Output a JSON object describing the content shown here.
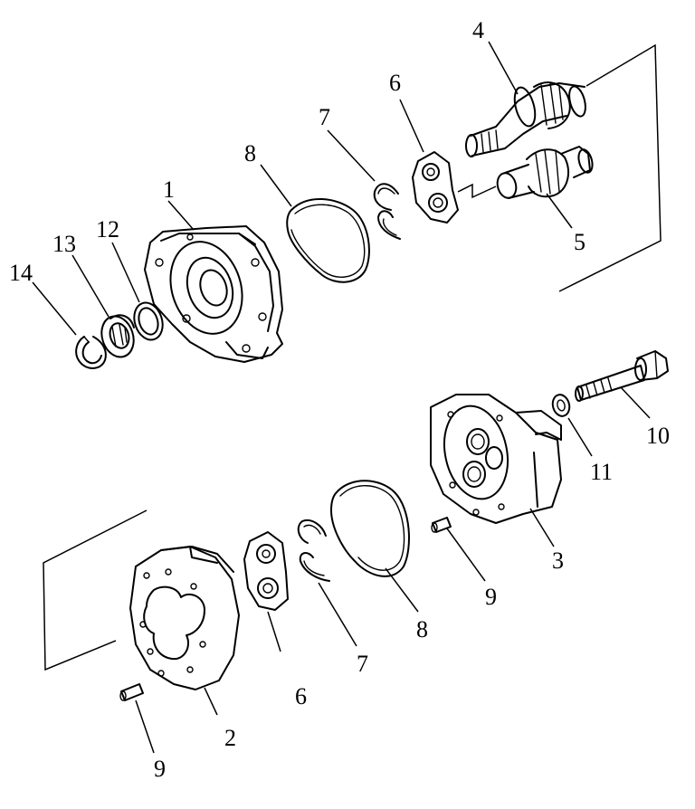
{
  "callouts": [
    {
      "id": "c1",
      "text": "1"
    },
    {
      "id": "c2",
      "text": "2"
    },
    {
      "id": "c3",
      "text": "3"
    },
    {
      "id": "c4",
      "text": "4"
    },
    {
      "id": "c5",
      "text": "5"
    },
    {
      "id": "c6a",
      "text": "6"
    },
    {
      "id": "c6b",
      "text": "6"
    },
    {
      "id": "c7a",
      "text": "7"
    },
    {
      "id": "c7b",
      "text": "7"
    },
    {
      "id": "c8a",
      "text": "8"
    },
    {
      "id": "c8b",
      "text": "8"
    },
    {
      "id": "c9a",
      "text": "9"
    },
    {
      "id": "c9b",
      "text": "9"
    },
    {
      "id": "c10",
      "text": "10"
    },
    {
      "id": "c11",
      "text": "11"
    },
    {
      "id": "c12",
      "text": "12"
    },
    {
      "id": "c13",
      "text": "13"
    },
    {
      "id": "c14",
      "text": "14"
    }
  ]
}
